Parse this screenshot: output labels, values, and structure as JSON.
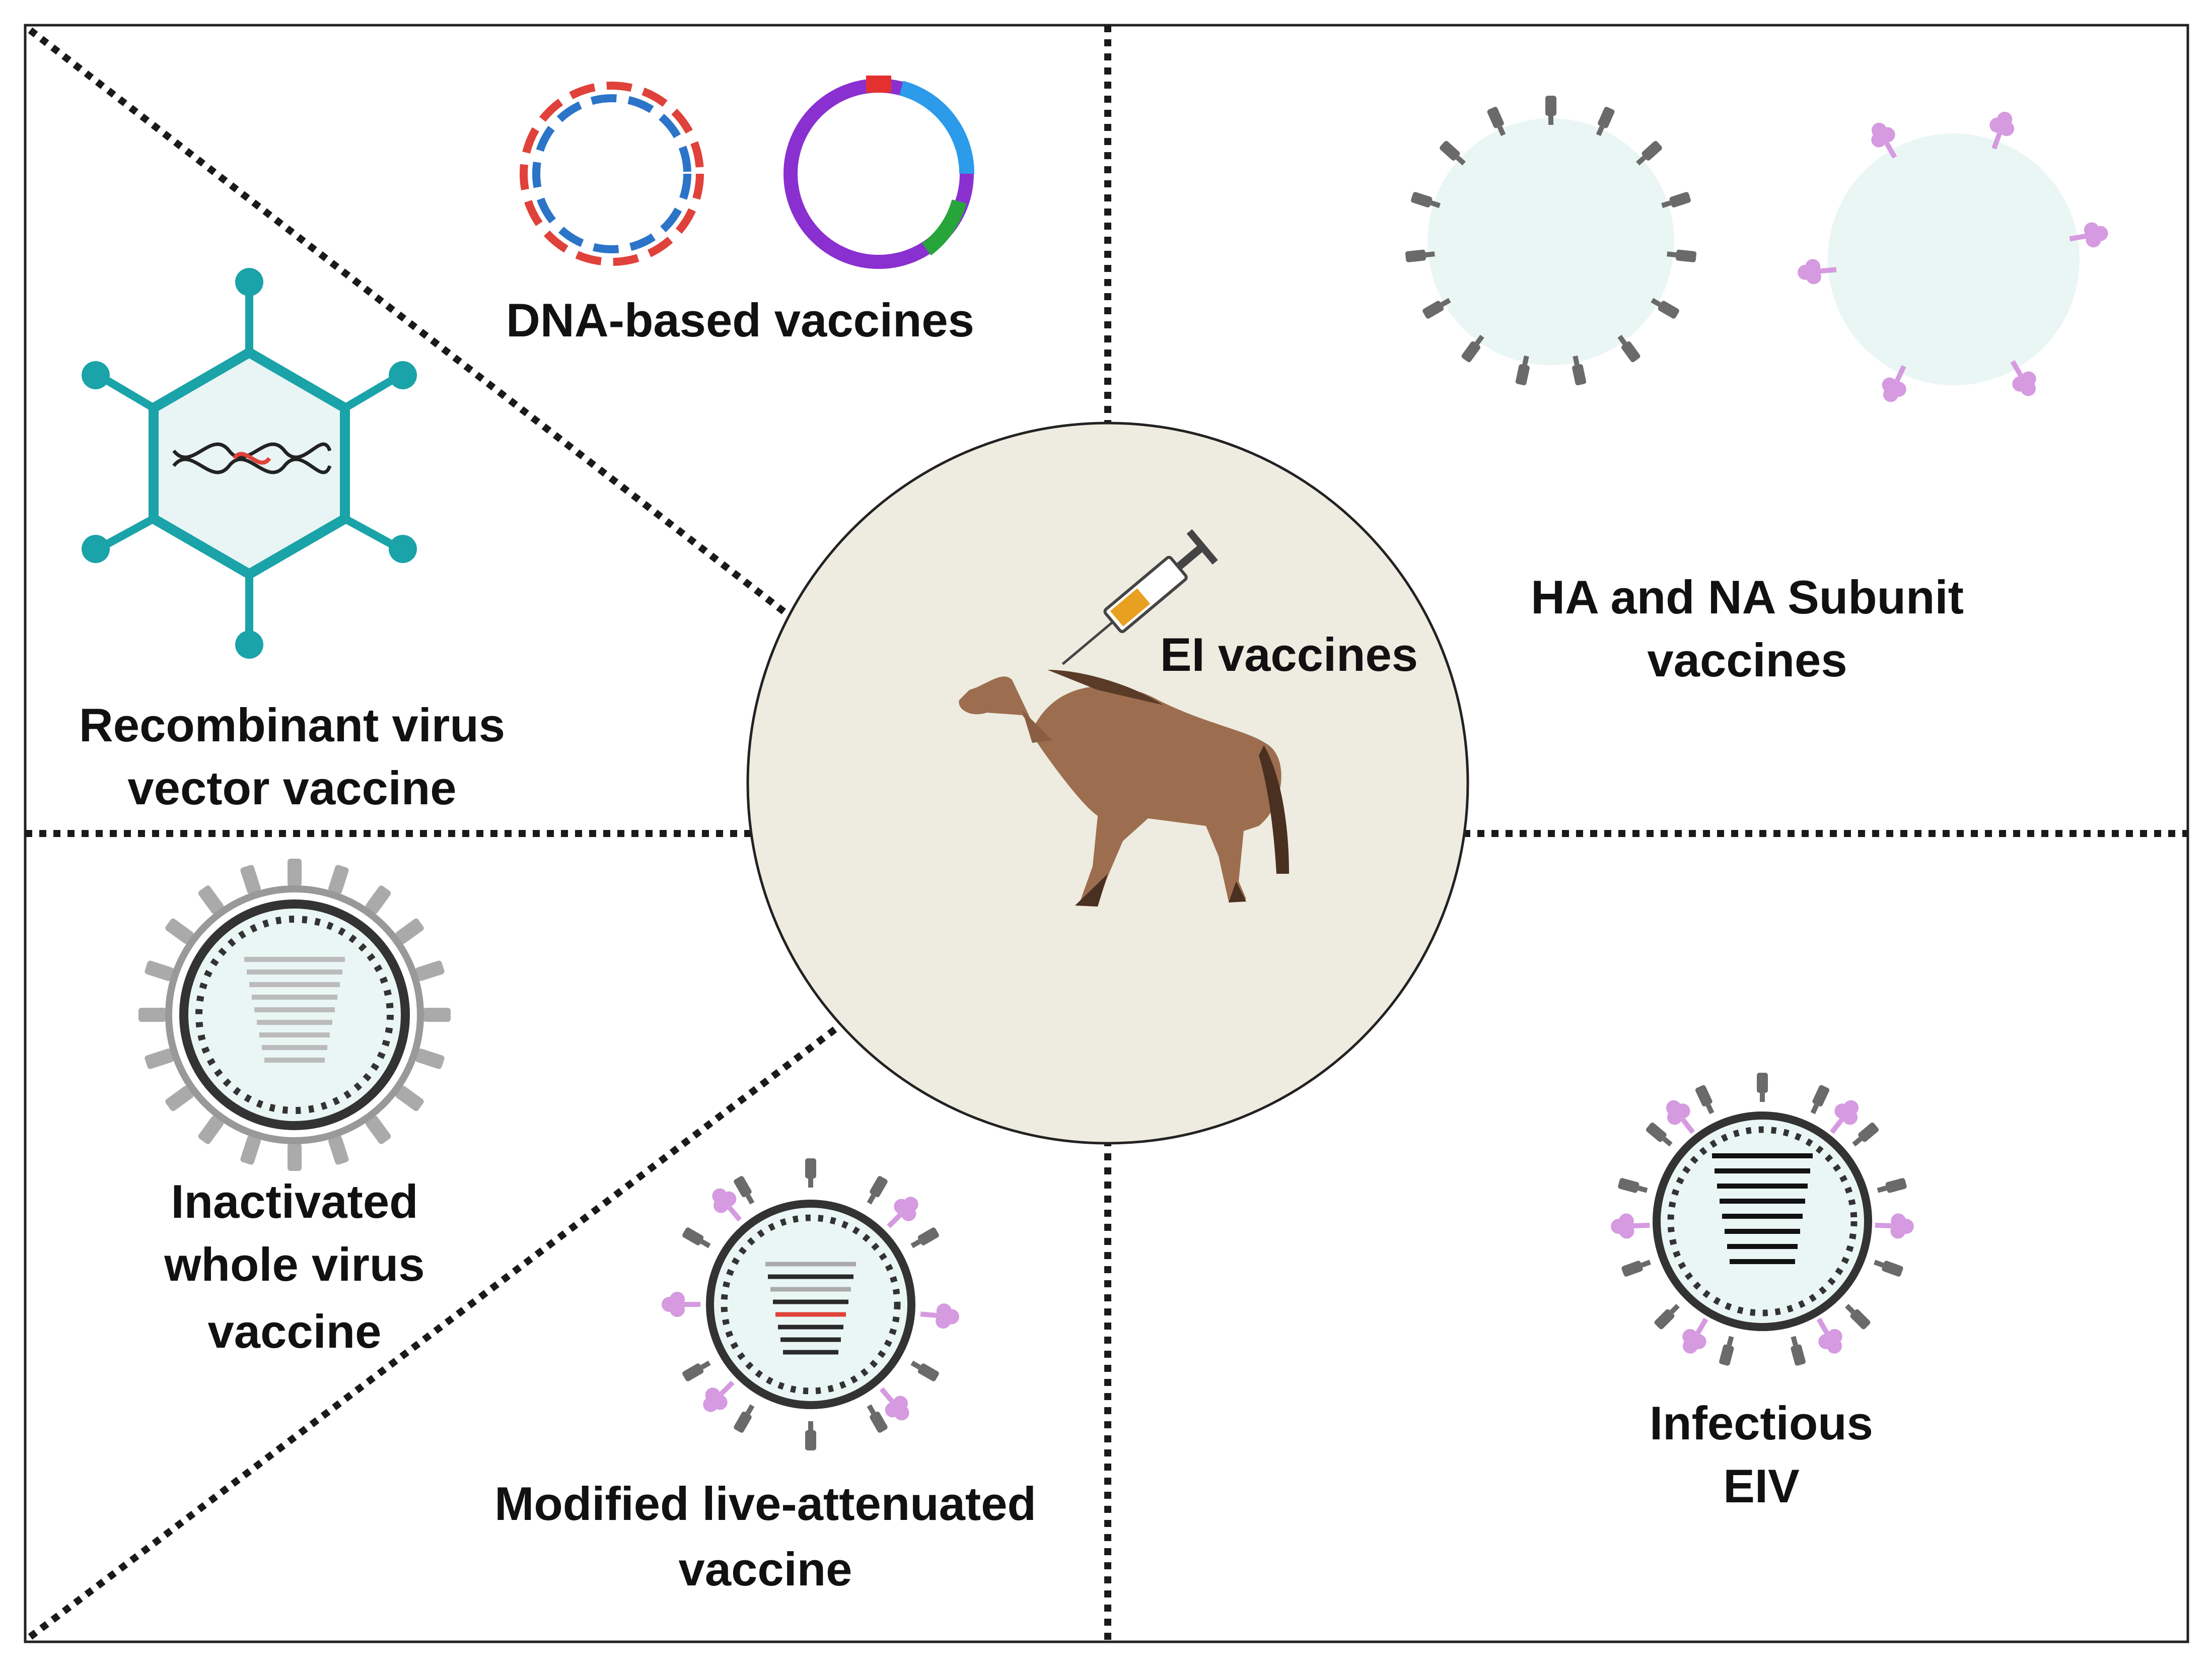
{
  "center": {
    "label": "EI vaccines"
  },
  "panels": {
    "dna": {
      "label": "DNA-based vaccines"
    },
    "subunit": {
      "label_line1": "HA and NA Subunit",
      "label_line2": "vaccines"
    },
    "vector": {
      "label_line1": "Recombinant virus",
      "label_line2": "vector vaccine"
    },
    "inactivated": {
      "label_line1": "Inactivated",
      "label_line2": "whole virus",
      "label_line3": "vaccine"
    },
    "live": {
      "label_line1": "Modified live-attenuated",
      "label_line2": "vaccine"
    },
    "infectious": {
      "label_line1": "Infectious",
      "label_line2": "EIV"
    }
  },
  "colors": {
    "border": "#222222",
    "center_fill": "#eeebe0",
    "teal": "#1aa3a8",
    "capsule_fill": "#e8f5f4",
    "virion_fill": "#eaf6f4",
    "spike": "#6a6a6a",
    "na_pink": "#d59ae0",
    "dna_red": "#e0413a",
    "dna_blue": "#2b74c8",
    "plasmid_purple": "#8a2fd0",
    "horse_brown": "#9c6e4f"
  },
  "icons": [
    "dna-circle-icon",
    "plasmid-icon",
    "ha-virion-icon",
    "na-virion-icon",
    "adenovirus-vector-icon",
    "horse-icon",
    "syringe-icon",
    "inactivated-virion-icon",
    "attenuated-virion-icon",
    "infectious-virion-icon"
  ]
}
